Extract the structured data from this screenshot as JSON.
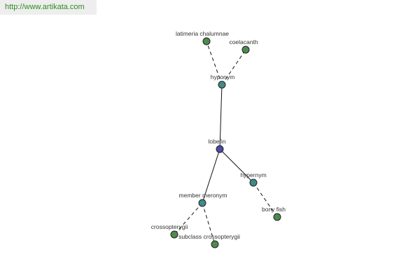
{
  "watermark": "http://www.artikata.com",
  "colors": {
    "root": "#4a4aa8",
    "relation": "#3f8a86",
    "leaf": "#4e8a4e"
  },
  "nodes": [
    {
      "id": "lobefin",
      "label": "lobefin",
      "kind": "root"
    },
    {
      "id": "hyponym",
      "label": "hyponym",
      "kind": "relation"
    },
    {
      "id": "latimeria",
      "label": "latimeria chalumnae",
      "kind": "leaf"
    },
    {
      "id": "coelacanth",
      "label": "coelacanth",
      "kind": "leaf"
    },
    {
      "id": "hypernym",
      "label": "hypernym",
      "kind": "relation"
    },
    {
      "id": "bonyfish",
      "label": "bony fish",
      "kind": "leaf"
    },
    {
      "id": "membermeronym",
      "label": "member meronym",
      "kind": "relation"
    },
    {
      "id": "crossopterygii",
      "label": "crossopterygii",
      "kind": "leaf"
    },
    {
      "id": "subclass",
      "label": "subclass crossopterygii",
      "kind": "leaf"
    }
  ],
  "edges": [
    {
      "from": "lobefin",
      "to": "hyponym",
      "style": "solid"
    },
    {
      "from": "hyponym",
      "to": "latimeria",
      "style": "dashed"
    },
    {
      "from": "hyponym",
      "to": "coelacanth",
      "style": "dashed"
    },
    {
      "from": "lobefin",
      "to": "hypernym",
      "style": "solid"
    },
    {
      "from": "hypernym",
      "to": "bonyfish",
      "style": "dashed"
    },
    {
      "from": "lobefin",
      "to": "membermeronym",
      "style": "solid"
    },
    {
      "from": "membermeronym",
      "to": "crossopterygii",
      "style": "dashed"
    },
    {
      "from": "membermeronym",
      "to": "subclass",
      "style": "dashed"
    }
  ]
}
